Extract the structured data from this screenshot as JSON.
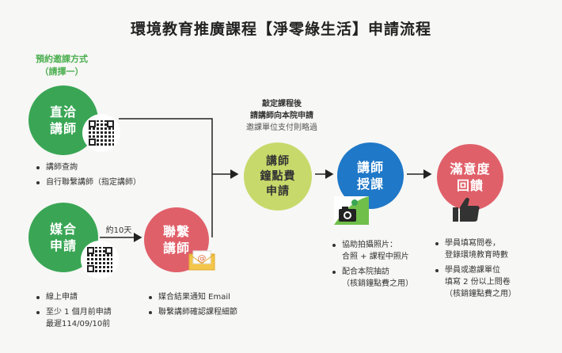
{
  "title": "環境教育推廣課程【淨零綠生活】申請流程",
  "booking": {
    "heading": "預約邀課方式",
    "subheading": "（請擇一）"
  },
  "nodes": {
    "direct": "直洽\n講師",
    "match": "媒合\n申請",
    "contact": "聯繫\n講師",
    "points": "講師\n鐘點費\n申請",
    "teach": "講師\n授課",
    "feedback": "滿意度\n回饋"
  },
  "direct_bullets": [
    "講師查詢",
    "自行聯繫講師（指定講師）"
  ],
  "match_bullets": [
    "線上申請",
    "至少 1 個月前申請\n最遲114/09/10前"
  ],
  "contact_bullets": [
    "媒合結果通知 Email",
    "聯繫講師確認課程細節"
  ],
  "arrow_label": "約10天",
  "points_note": {
    "line1": "敲定課程後",
    "line2": "請講師向本院申請",
    "line3": "邀課單位支付則略過"
  },
  "teach_bullets": [
    "協助拍攝照片：\n合照 + 課程中照片",
    "配合本院抽訪\n（核銷鐘點費之用）"
  ],
  "feedback_bullets": [
    "學員填寫問卷，\n登錄環境教育時數",
    "學員或邀課單位\n填寫 2 份以上問卷\n（核銷鐘點費之用）"
  ],
  "colors": {
    "green": "#3aa655",
    "red": "#e0606a",
    "lime": "#c8d96b",
    "blue": "#1f78c8"
  },
  "icons": [
    "qr-code-icon",
    "email-envelope-icon",
    "camera-icon",
    "thumbs-up-icon"
  ]
}
